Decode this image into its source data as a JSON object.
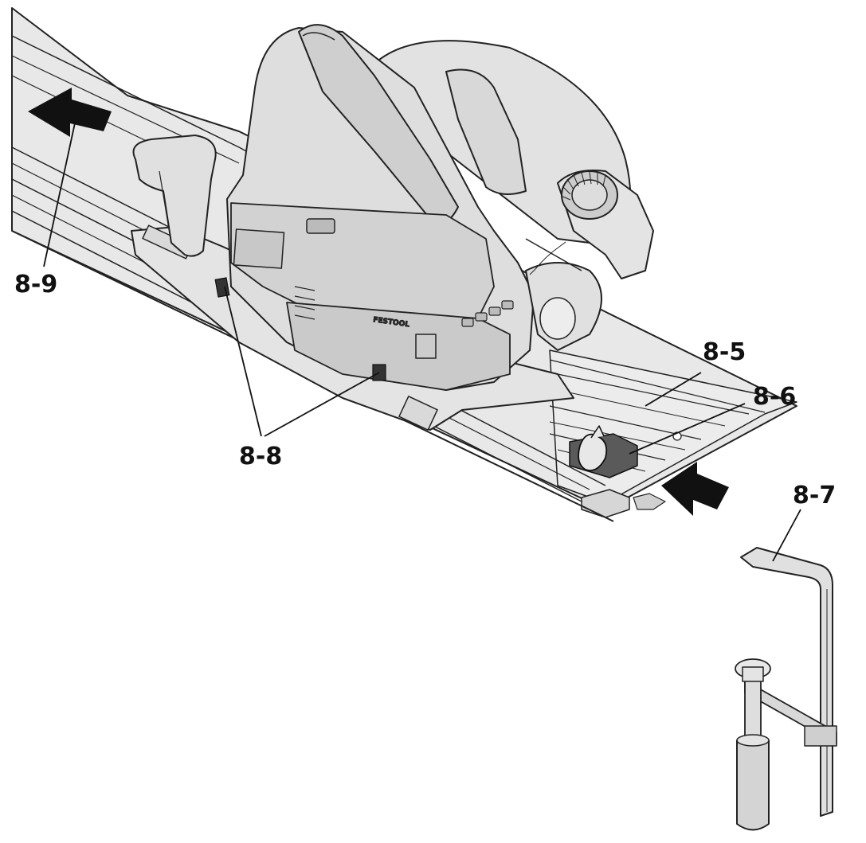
{
  "figure": {
    "brand_mark": "FESTOOL",
    "callouts": {
      "rail": "8-5",
      "stop": "8-6",
      "clamp": "8-7",
      "adjusters": "8-8",
      "direction": "8-9"
    }
  },
  "colors": {
    "ink": "#111111",
    "rail_fill": "#e6e6e6",
    "body_fill": "#dcdcdc",
    "stop_fill": "#555555",
    "background": "#ffffff"
  }
}
